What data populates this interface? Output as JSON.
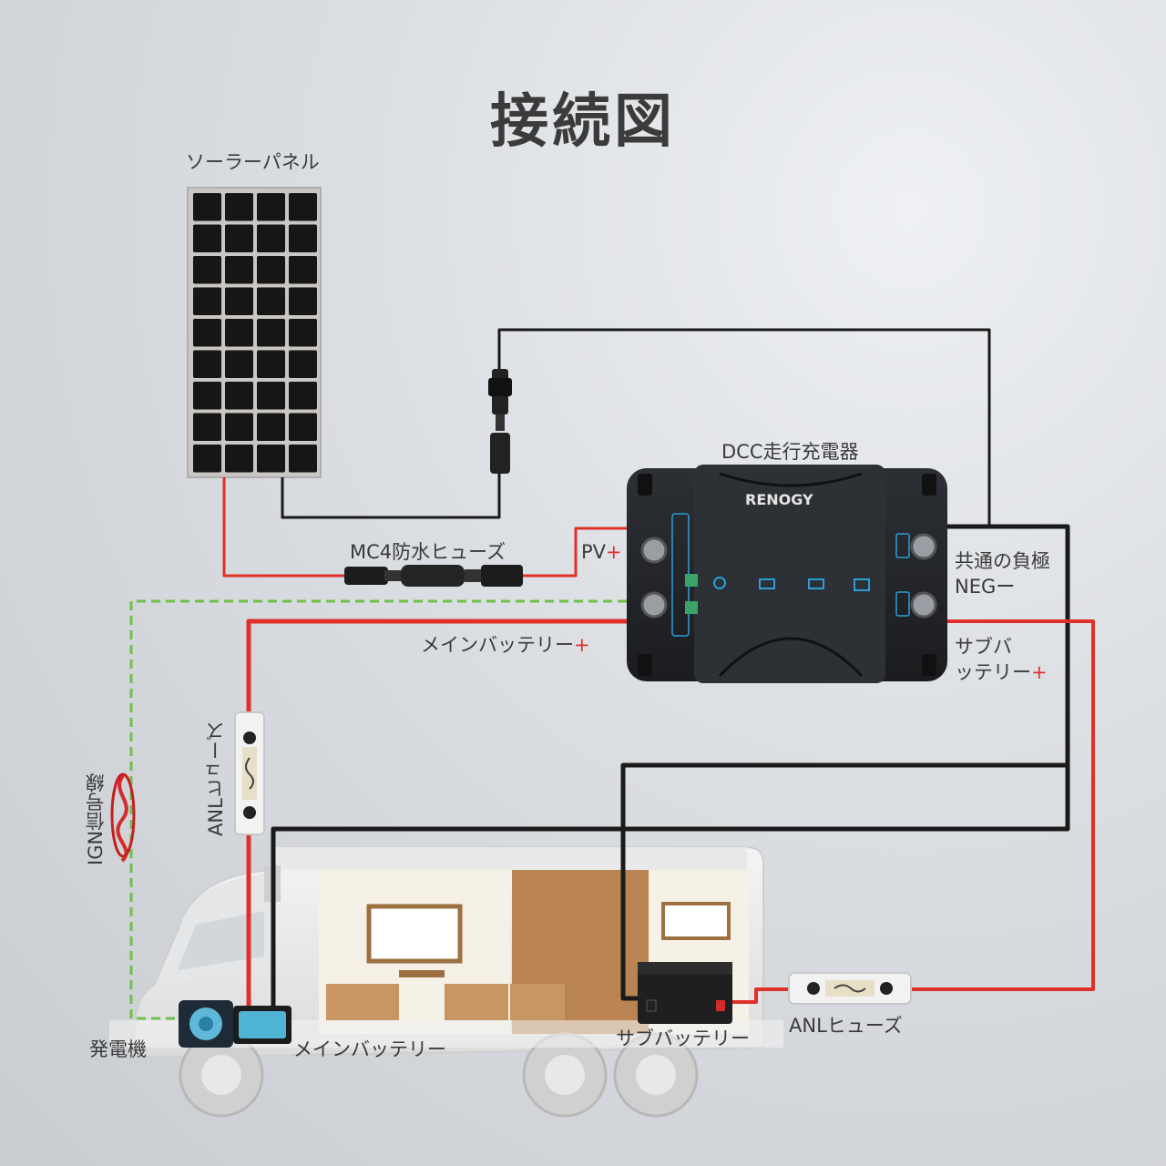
{
  "title": "接続図",
  "labels": {
    "solar_panel": "ソーラーパネル",
    "mc4_fuse": "MC4防水ヒューズ",
    "pv": "PV",
    "pv_sign": "+",
    "dcc_charger": "DCC走行充電器",
    "brand": "RENOGY",
    "common_neg_1": "共通の負極",
    "common_neg_2": "NEG",
    "common_neg_sign": "ー",
    "main_battery_plus": "メインバッテリー",
    "main_battery_plus_sign": "+",
    "sub_battery_plus_1": "サブバ",
    "sub_battery_plus_2": "ッテリー",
    "sub_battery_plus_sign": "+",
    "anl_fuse_vertical": "ANLヒューズ",
    "ign_signal": "IGN信号線",
    "generator": "発電機",
    "main_battery": "メインバッテリー",
    "sub_battery": "サブバッテリー",
    "anl_fuse_horizontal": "ANLヒューズ"
  },
  "colors": {
    "positive_wire": "#e0302a",
    "negative_wire": "#1a1a1a",
    "signal_wire": "#6cc24a",
    "panel_cell": "#161616",
    "charger_body": "#232529",
    "charger_accent": "#2a9fd8"
  }
}
